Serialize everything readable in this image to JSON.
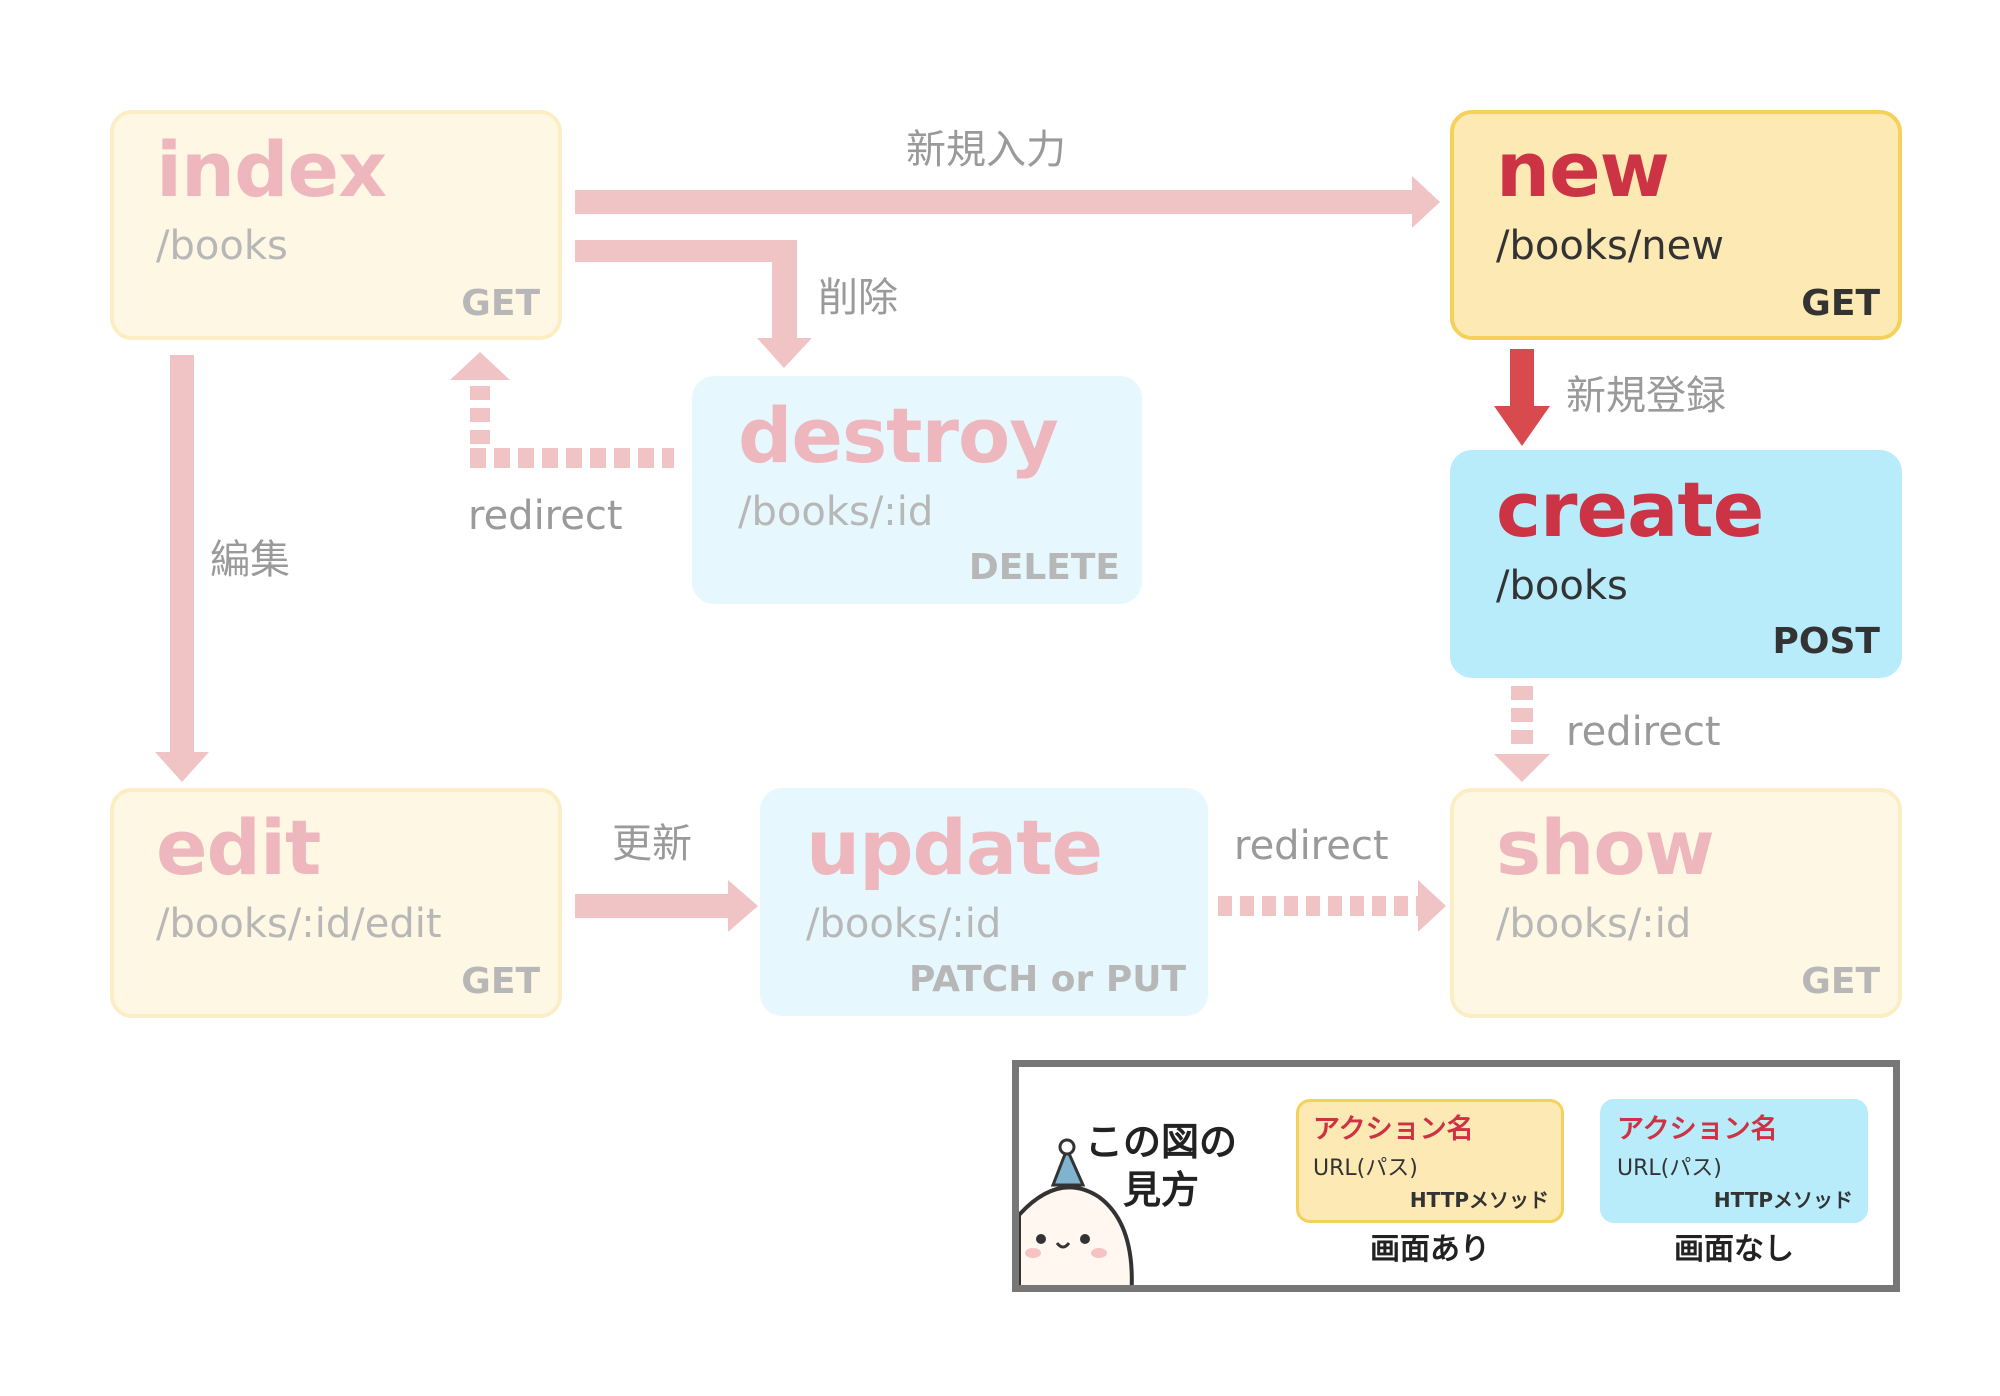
{
  "nodes": {
    "index": {
      "name": "index",
      "url": "/books",
      "method": "GET"
    },
    "new": {
      "name": "new",
      "url": "/books/new",
      "method": "GET"
    },
    "destroy": {
      "name": "destroy",
      "url": "/books/:id",
      "method": "DELETE"
    },
    "create": {
      "name": "create",
      "url": "/books",
      "method": "POST"
    },
    "edit": {
      "name": "edit",
      "url": "/books/:id/edit",
      "method": "GET"
    },
    "update": {
      "name": "update",
      "url": "/books/:id",
      "method": "PATCH or PUT"
    },
    "show": {
      "name": "show",
      "url": "/books/:id",
      "method": "GET"
    }
  },
  "edges": {
    "index_to_new": "新規入力",
    "index_to_destroy": "削除",
    "destroy_to_index": "redirect",
    "index_to_edit": "編集",
    "new_to_create": "新規登録",
    "create_to_show": "redirect",
    "edit_to_update": "更新",
    "update_to_show": "redirect"
  },
  "legend": {
    "title": "この図の見方",
    "screen_box": {
      "name": "アクション名",
      "url": "URL(パス)",
      "method": "HTTPメソッド",
      "caption": "画面あり"
    },
    "noscreen_box": {
      "name": "アクション名",
      "url": "URL(パス)",
      "method": "HTTPメソッド",
      "caption": "画面なし"
    }
  },
  "colors": {
    "screen_fill": "#fde9b4",
    "screen_border": "#f5d15b",
    "noscreen_fill": "#b8ecfb",
    "action_name": "#cc3344",
    "active_arrow": "#d94a4f",
    "faded_arrow": "#f0c4c4"
  }
}
